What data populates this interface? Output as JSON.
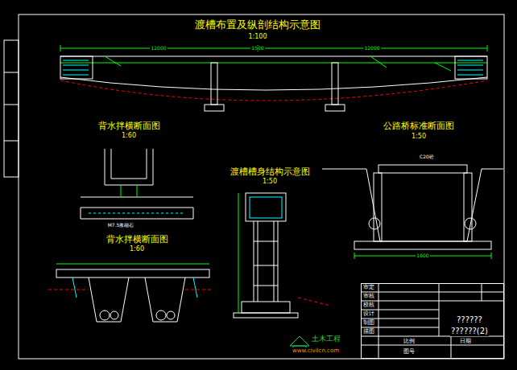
{
  "diagram": {
    "title": "渡槽布置及纵剖结构示意图",
    "nodes": [
      {
        "text": [
          "??????",
          "??????(2)"
        ]
      }
    ],
    "labels": [
      "1:100",
      "背水拌横断面图",
      "1:60",
      "渡槽槽身结构示意图",
      "1:50",
      "公路桥标准断面图",
      "1:50",
      "背水拌横断面图",
      "1:60",
      "审定",
      "审核",
      "校核",
      "设计",
      "制图",
      "描图",
      "比例",
      "日期",
      "图号",
      "土木工程",
      "www.civilcn.com",
      "12000",
      "1500",
      "12000",
      "C20砼",
      "M7.5浆砌石",
      "1600"
    ]
  }
}
